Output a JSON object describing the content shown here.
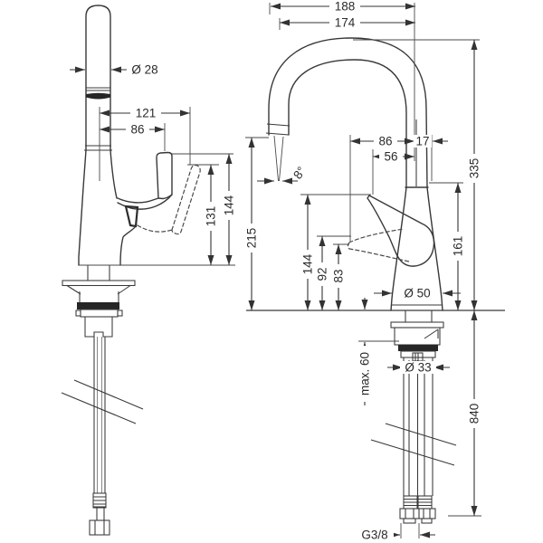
{
  "drawing": {
    "side_view": {
      "spout_diameter": "Ø 28",
      "reach_handle_open": "121",
      "reach_handle": "86",
      "handle_height": "131",
      "handle_height_max": "144"
    },
    "front_view": {
      "depth_total": "188",
      "depth_spout": "174",
      "reach_tip": "86",
      "axis_offset": "17",
      "lever_reach": "56",
      "spray_angle": "8°",
      "outlet_height": "215",
      "handle_height_max": "144",
      "handle_h2": "92",
      "handle_h3": "83",
      "body_height": "161",
      "total_height": "335",
      "base_diameter": "Ø 50",
      "counter_thickness": "max. 60",
      "hole_diameter": "Ø 33",
      "hose_length": "840",
      "thread": "G3/8"
    },
    "colors": {
      "line": "#333333",
      "text": "#2b2b2b",
      "dark_fill": "#262626",
      "background": "#ffffff"
    }
  }
}
